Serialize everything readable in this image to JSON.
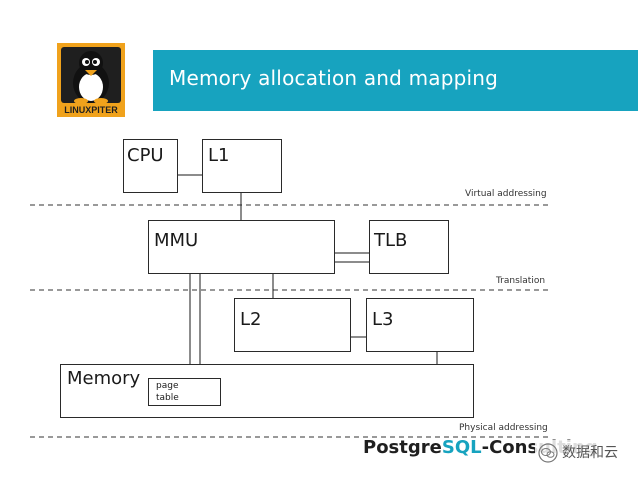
{
  "header": {
    "logo_text": "LINUXPITER",
    "title": "Memory allocation and mapping",
    "accent_color": "#17a3bf"
  },
  "diagram": {
    "boxes": {
      "cpu": "CPU",
      "l1": "L1",
      "mmu": "MMU",
      "tlb": "TLB",
      "l2": "L2",
      "l3": "L3",
      "memory": "Memory",
      "page_table_line1": "page",
      "page_table_line2": "table"
    },
    "layers": {
      "virtual": "Virtual addressing",
      "translation": "Translation",
      "physical": "Physical addressing"
    }
  },
  "footer": {
    "brand_part1": "Postgre",
    "brand_part2": "SQL",
    "brand_part3": "-Consulting",
    "watermark_text": "数据和云",
    "watermark_icon": "wechat-icon"
  }
}
